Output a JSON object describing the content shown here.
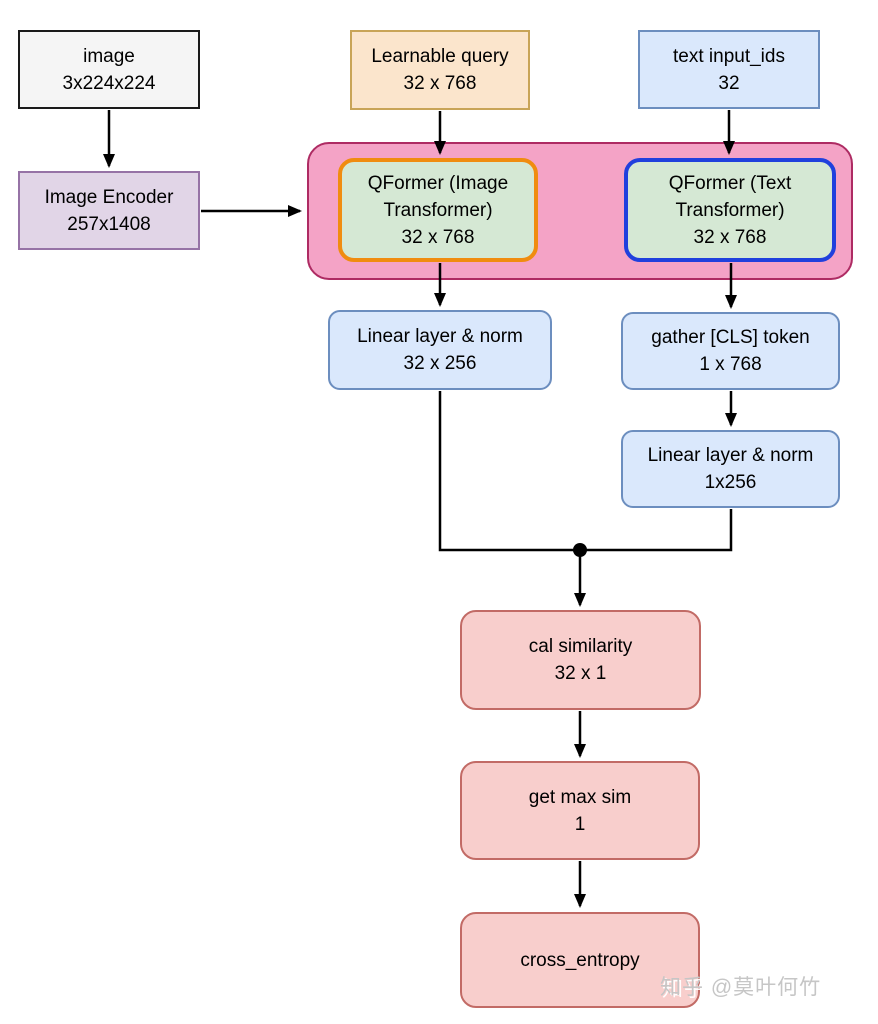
{
  "palette": {
    "canvas_bg": "#ffffff",
    "connector_color": "#000000",
    "gray_box_fill": "#f5f5f5",
    "gray_box_border": "#1a1a1a",
    "purple_fill": "#e1d5e7",
    "purple_border": "#9673a6",
    "peach_fill": "#fbe5cc",
    "peach_border": "#c8a457",
    "blue_fill": "#dae8fc",
    "blue_border": "#6c8ebf",
    "pink_group_fill": "#f4a3c6",
    "pink_group_border": "#ae2b63",
    "green_fill": "#d5e8d4",
    "qformer_image_border": "#f08c10",
    "qformer_text_border": "#2040dd",
    "red_fill": "#f8cecc",
    "red_border": "#c26b66"
  },
  "nodes": {
    "image": {
      "line1": "image",
      "line2": "3x224x224"
    },
    "image_encoder": {
      "line1": "Image Encoder",
      "line2": "257x1408"
    },
    "learnable_query": {
      "line1": "Learnable query",
      "line2": "32 x 768"
    },
    "text_input_ids": {
      "line1": "text input_ids",
      "line2": "32"
    },
    "qformer_image": {
      "line1": "QFormer (Image Transformer)",
      "line2": "32 x 768"
    },
    "qformer_text": {
      "line1": "QFormer (Text Transformer)",
      "line2": "32 x 768"
    },
    "linear_norm_image": {
      "line1": "Linear layer & norm",
      "line2": "32 x 256"
    },
    "gather_cls": {
      "line1": "gather [CLS] token",
      "line2": "1 x 768"
    },
    "linear_norm_text": {
      "line1": "Linear layer & norm",
      "line2": "1x256"
    },
    "cal_similarity": {
      "line1": "cal similarity",
      "line2": "32 x 1"
    },
    "get_max_sim": {
      "line1": "get max sim",
      "line2": "1"
    },
    "cross_entropy": {
      "line1": "cross_entropy",
      "line2": ""
    }
  },
  "watermark": "知乎 @莫叶何竹"
}
